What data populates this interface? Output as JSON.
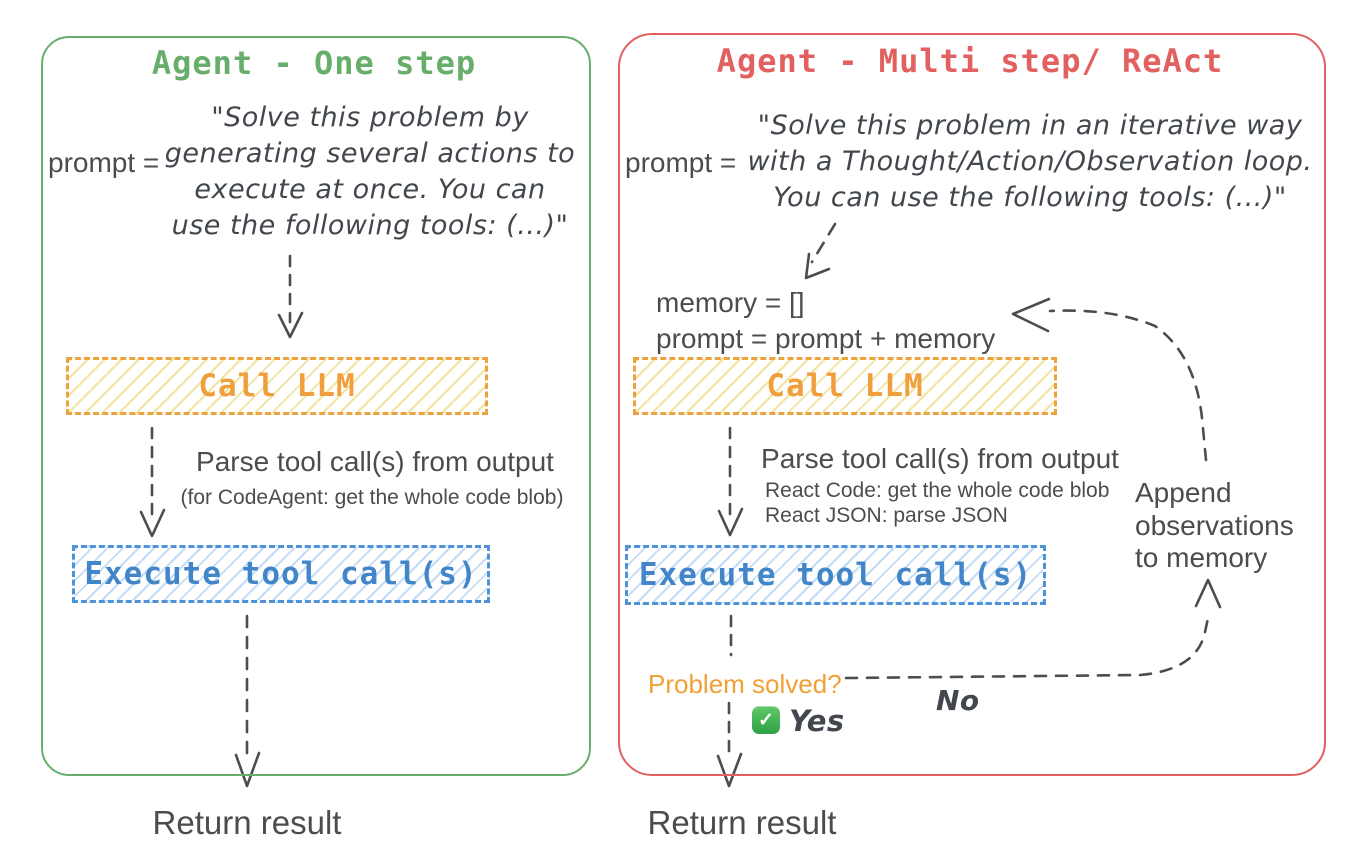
{
  "left_panel": {
    "title": "Agent - One step",
    "prompt_label": "prompt =",
    "prompt_lines": [
      "\"Solve this problem by",
      "generating several actions to",
      "execute at once. You can",
      "use the following tools: (...)\""
    ],
    "call_llm_label": "Call LLM",
    "parse_text": "Parse tool call(s) from output",
    "parse_note": "(for CodeAgent: get the whole code blob)",
    "execute_label": "Execute tool call(s)",
    "return_label": "Return result"
  },
  "right_panel": {
    "title": "Agent - Multi step/ ReAct",
    "prompt_label": "prompt =",
    "prompt_lines": [
      "\"Solve this problem in an iterative way",
      "with a Thought/Action/Observation loop.",
      "You can use the following tools: (...)\""
    ],
    "memory_lines": [
      "memory = []",
      "prompt = prompt + memory"
    ],
    "call_llm_label": "Call LLM",
    "parse_text": "Parse tool call(s) from output",
    "parse_notes": [
      "React Code: get the whole code blob",
      "React JSON: parse JSON"
    ],
    "execute_label": "Execute tool call(s)",
    "problem_solved_label": "Problem solved?",
    "yes_label": "Yes",
    "no_label": "No",
    "check_icon": "✓",
    "append_lines": [
      "Append",
      "observations",
      "to memory"
    ],
    "return_label": "Return result"
  },
  "colors": {
    "green_accent": "#67ae6b",
    "red_accent": "#e2605f",
    "orange_border": "#eca33e",
    "orange_text": "#efa03c",
    "yellow_hatch": "#f1e3a0",
    "blue_border": "#4e93d9",
    "blue_text": "#4286c9",
    "blue_hatch": "#c3dcf5",
    "gray_text": "#4a4d50",
    "handwriting_text": "#42474d",
    "problem_orange": "#f0a135",
    "check_green": "#2ea044",
    "arrow_gray": "#4a4e52"
  }
}
